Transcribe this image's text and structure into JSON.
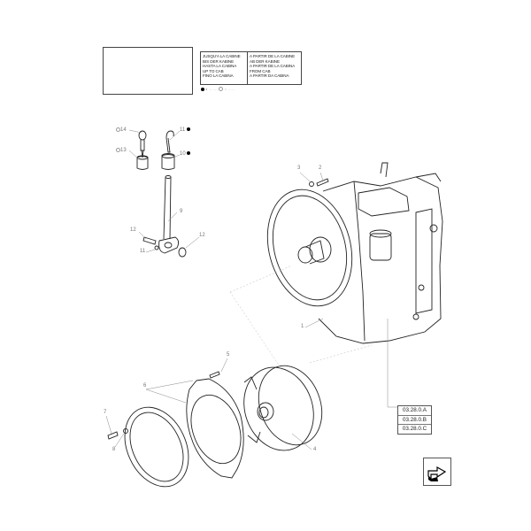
{
  "diagram": {
    "type": "exploded-parts-diagram",
    "subject": "transmission assembly with torque converter, gaskets, dipstick and filler tube"
  },
  "applicability": {
    "before_cab": {
      "lines": [
        "JUSQU'A LA CABINE",
        "BIS DER KABINE",
        "HASTA LA CABINA",
        "UP TO CAB",
        "FINO LA CABINA"
      ],
      "marker": "filled-dot"
    },
    "from_cab": {
      "lines": [
        "A PARTIR DE LA CABINE",
        "AB DER KABINE",
        "A PARTIR DE LA CABINA",
        "FROM CAB",
        "A PARTIR DA CABINA"
      ],
      "marker": "hollow-dot"
    },
    "serial_line": {
      "filled": "● → ...",
      "hollow": "○ → ..."
    }
  },
  "callouts": [
    {
      "id": "c14",
      "label": "14",
      "marker": "hollow"
    },
    {
      "id": "c13",
      "label": "13",
      "marker": "hollow"
    },
    {
      "id": "c11a",
      "label": "11",
      "marker": "filled"
    },
    {
      "id": "c10",
      "label": "10",
      "marker": "filled"
    },
    {
      "id": "c9",
      "label": "9"
    },
    {
      "id": "c12a",
      "label": "12"
    },
    {
      "id": "c11b",
      "label": "11"
    },
    {
      "id": "c12b",
      "label": "12"
    },
    {
      "id": "c3",
      "label": "3"
    },
    {
      "id": "c2",
      "label": "2"
    },
    {
      "id": "c1",
      "label": "1"
    },
    {
      "id": "c5",
      "label": "5"
    },
    {
      "id": "c6",
      "label": "6"
    },
    {
      "id": "c7",
      "label": "7"
    },
    {
      "id": "c8",
      "label": "8"
    },
    {
      "id": "c4",
      "label": "4"
    }
  ],
  "references": [
    "03.28.0.A",
    "03.28.0.B",
    "03.28.0.C"
  ],
  "navigation": {
    "next_icon": "next-page-arrow"
  },
  "colors": {
    "line": "#222222",
    "label": "#777777",
    "background": "#ffffff"
  }
}
